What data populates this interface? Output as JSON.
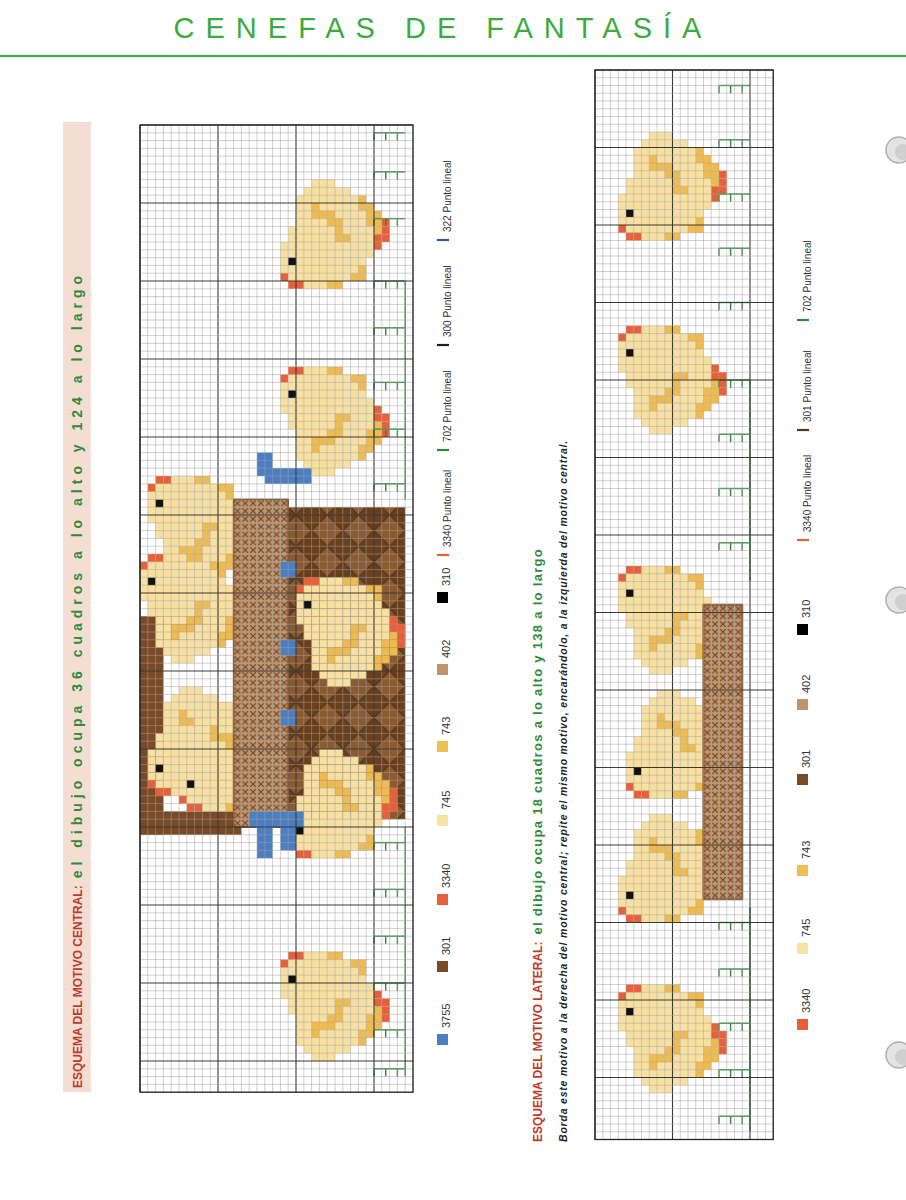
{
  "diagram": {
    "title": "CENEFAS DE FANTASÍA",
    "labels": [
      "ESQUEMA DEL MOTIVO CENTRAL:",
      "el dibujo ocupa 36 cuadros a lo alto y 124 a lo largo",
      "ESQUEMA DEL MOTIVO LATERAL:",
      "el dibujo ocupa 18 cuadros a lo alto y 138 a lo largo",
      "Borda este motivo a la derecha del motivo central; repite el mismo motivo, encarándolo, a la izquierda del motivo central."
    ],
    "legend": [
      {
        "text": "3755",
        "color": "#4a7fc4"
      },
      {
        "text": "301",
        "color": "#7a4a25"
      },
      {
        "text": "3340",
        "color": "#e8603a"
      },
      {
        "text": "745",
        "color": "#f8e3a0"
      },
      {
        "text": "743",
        "color": "#f0bd50"
      },
      {
        "text": "402",
        "color": "#c0946a"
      },
      {
        "text": "310",
        "color": "#000000"
      },
      {
        "text": "3340 Punto lineal"
      },
      {
        "text": "702 Punto lineal"
      },
      {
        "text": "300 Punto lineal"
      },
      {
        "text": "322 Punto lineal"
      },
      {
        "text": "3340",
        "color": "#e8603a"
      },
      {
        "text": "745",
        "color": "#f8e3a0"
      },
      {
        "text": "743",
        "color": "#f0bd50"
      },
      {
        "text": "301",
        "color": "#7a4a25"
      },
      {
        "text": "402",
        "color": "#c0946a"
      },
      {
        "text": "310",
        "color": "#000000"
      },
      {
        "text": "3340 Punto lineal"
      },
      {
        "text": "301 Punto lineal"
      },
      {
        "text": "702 Punto lineal"
      }
    ]
  }
}
